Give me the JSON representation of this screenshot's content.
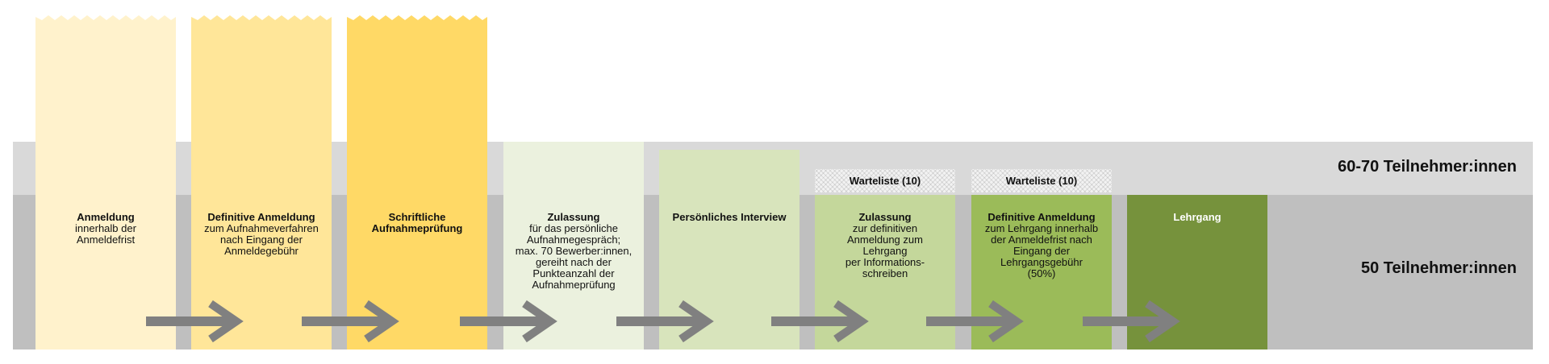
{
  "bands": {
    "top_label": "60-70 Teilnehmer:innen",
    "bottom_label": "50 Teilnehmer:innen"
  },
  "steps": [
    {
      "title": "Anmeldung",
      "desc": "innerhalb der\nAnmeldefrist",
      "color": "#fff2cc"
    },
    {
      "title": "Definitive Anmeldung",
      "desc": "zum Aufnahmeverfahren\nnach Eingang der\nAnmeldegebühr",
      "color": "#ffe699"
    },
    {
      "title": "Schriftliche\nAufnahmeprüfung",
      "desc": "",
      "color": "#ffd966"
    },
    {
      "title": "Zulassung",
      "desc": "für das persönliche\nAufnahmegespräch;\nmax. 70 Bewerber:innen,\ngereiht nach der\nPunkteanzahl der\nAufnahmeprüfung",
      "color": "#ebf1de"
    },
    {
      "title": "Persönliches Interview",
      "desc": "",
      "color": "#d8e4bc"
    },
    {
      "title": "Zulassung",
      "desc": "zur definitiven\nAnmeldung zum\nLehrgang\nper Informations-\nschreiben",
      "color": "#c4d79b"
    },
    {
      "title": "Definitive Anmeldung",
      "desc": "zum Lehrgang innerhalb\nder Anmeldefrist nach\nEingang der\nLehrgangsgebühr\n(50%)",
      "color": "#9bbb59"
    },
    {
      "title": "Lehrgang",
      "desc": "",
      "color": "#76923c"
    }
  ],
  "waitlist": [
    {
      "label": "Warteliste (10)"
    },
    {
      "label": "Warteliste (10)"
    }
  ],
  "arrow_color": "#808080"
}
